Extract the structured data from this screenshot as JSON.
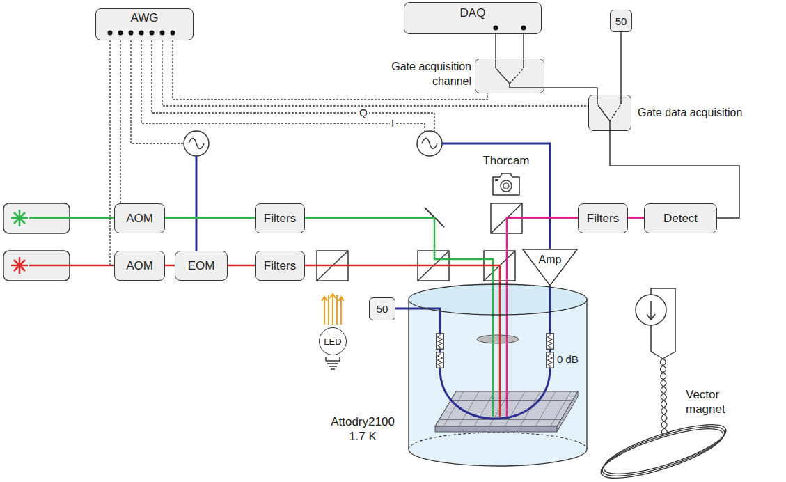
{
  "diagram": {
    "nodes": [
      {
        "text": [
          "AWG"
        ]
      },
      {
        "text": [
          "DAQ"
        ]
      },
      {
        "text": [
          "Gate acquisition channel"
        ]
      },
      {
        "text": [
          "50"
        ]
      },
      {
        "text": [
          "Gate data acquisition"
        ]
      },
      {
        "text": [
          "AOM"
        ]
      },
      {
        "text": [
          "AOM"
        ]
      },
      {
        "text": [
          "EOM"
        ]
      },
      {
        "text": [
          "Filters"
        ]
      },
      {
        "text": [
          "Filters"
        ]
      },
      {
        "text": [
          "Thorcam"
        ]
      },
      {
        "text": [
          "Filters"
        ]
      },
      {
        "text": [
          "Detect"
        ]
      },
      {
        "text": [
          "Amp"
        ]
      },
      {
        "text": [
          "50"
        ]
      },
      {
        "text": [
          "LED"
        ]
      },
      {
        "text": [
          "Attodry2100 1.7 K"
        ]
      },
      {
        "text": [
          "Vector magnet"
        ]
      }
    ],
    "edges": [
      {
        "from": 0,
        "to": 6,
        "arrow": "none"
      },
      {
        "from": 0,
        "to": 5,
        "arrow": "none"
      },
      {
        "from": 0,
        "to": 4,
        "arrow": "none"
      },
      {
        "from": 0,
        "to": 2,
        "arrow": "none"
      },
      {
        "from": 1,
        "to": 2,
        "arrow": "none"
      },
      {
        "from": 1,
        "to": 2,
        "arrow": "none"
      },
      {
        "from": 2,
        "to": 4,
        "arrow": "none"
      },
      {
        "from": 3,
        "to": 4,
        "arrow": "none"
      },
      {
        "from": 4,
        "to": 12,
        "arrow": "none"
      },
      {
        "from": 5,
        "to": 8,
        "arrow": "none"
      },
      {
        "from": 6,
        "to": 7,
        "arrow": "none"
      },
      {
        "from": 7,
        "to": 9,
        "arrow": "none"
      },
      {
        "from": 8,
        "to": 16,
        "arrow": "none"
      },
      {
        "from": 9,
        "to": 16,
        "arrow": "none"
      },
      {
        "from": 16,
        "to": 11,
        "arrow": "none"
      },
      {
        "from": 11,
        "to": 12,
        "arrow": "none"
      },
      {
        "from": 13,
        "to": 16,
        "arrow": "none"
      },
      {
        "from": 14,
        "to": 16,
        "arrow": "none"
      }
    ],
    "labels": [
      "Q",
      "I",
      "0 dB"
    ]
  }
}
